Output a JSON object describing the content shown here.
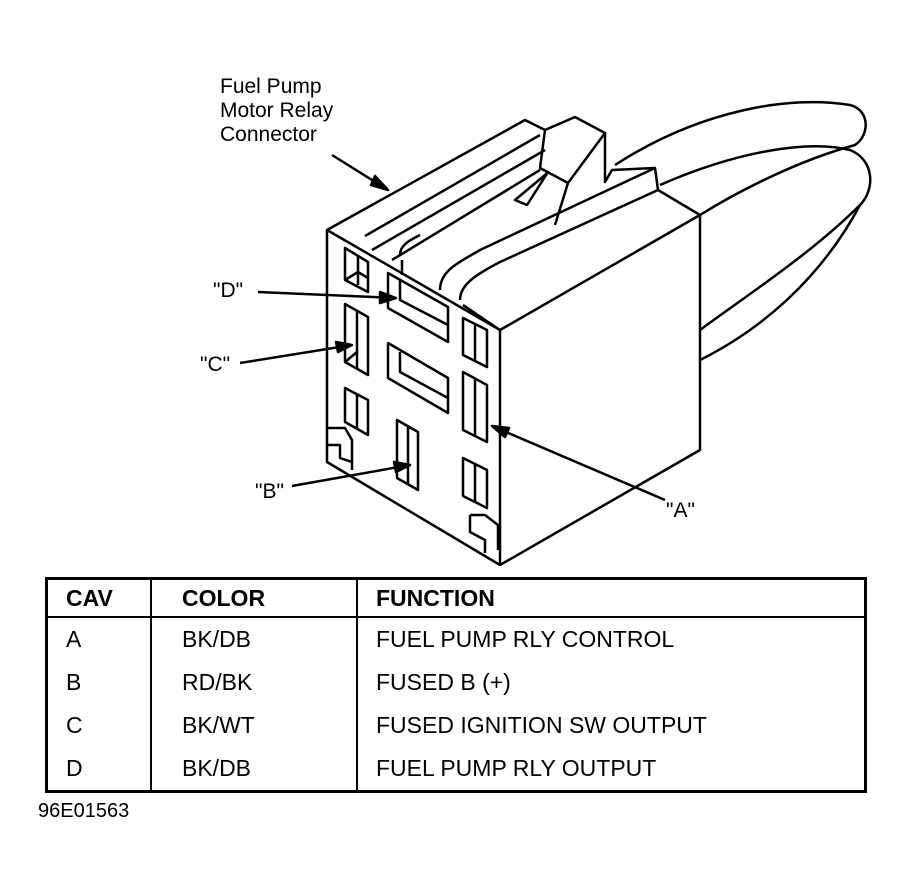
{
  "callout": {
    "line1": "Fuel Pump",
    "line2": "Motor Relay",
    "line3": "Connector"
  },
  "cavity_labels": {
    "a": "\"A\"",
    "b": "\"B\"",
    "c": "\"C\"",
    "d": "\"D\""
  },
  "table": {
    "headers": [
      "CAV",
      "COLOR",
      "FUNCTION"
    ],
    "rows": [
      {
        "cav": "A",
        "color": "BK/DB",
        "function": "FUEL PUMP RLY CONTROL"
      },
      {
        "cav": "B",
        "color": "RD/BK",
        "function": "FUSED B (+)"
      },
      {
        "cav": "C",
        "color": "BK/WT",
        "function": "FUSED IGNITION SW OUTPUT"
      },
      {
        "cav": "D",
        "color": "BK/DB",
        "function": "FUEL PUMP RLY OUTPUT"
      }
    ]
  },
  "figure_code": "96E01563"
}
